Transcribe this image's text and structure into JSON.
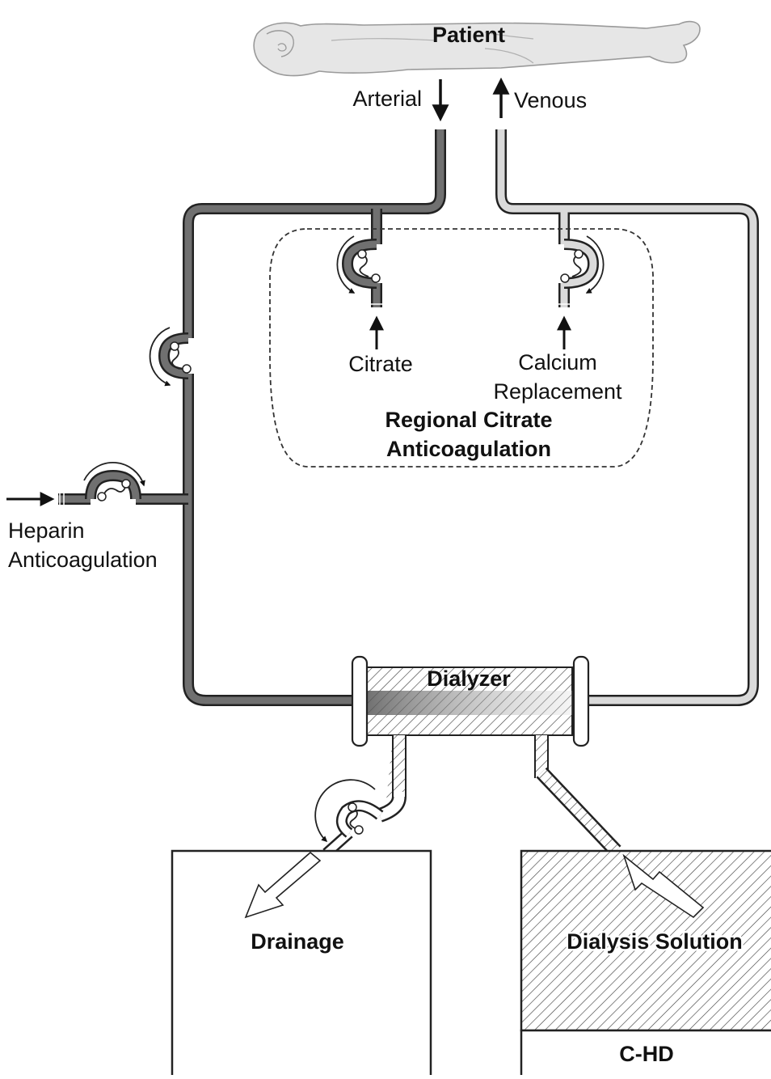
{
  "labels": {
    "patient": "Patient",
    "arterial": "Arterial",
    "venous": "Venous",
    "citrate": "Citrate",
    "calcium_line1": "Calcium",
    "calcium_line2": "Replacement",
    "regional_line1": "Regional Citrate",
    "regional_line2": "Anticoagulation",
    "heparin_line1": "Heparin",
    "heparin_line2": "Anticoagulation",
    "dialyzer": "Dialyzer",
    "drainage": "Drainage",
    "dialysis_solution": "Dialysis Solution",
    "mode": "C-HD"
  },
  "colors": {
    "arterial_line": "#6f6f6f",
    "venous_line": "#d9d9d9",
    "outline": "#222222",
    "patient_fill": "#e6e6e6"
  },
  "icons": [
    "patient-figure",
    "roller-pump",
    "flow-arrow",
    "hatch-pattern"
  ]
}
